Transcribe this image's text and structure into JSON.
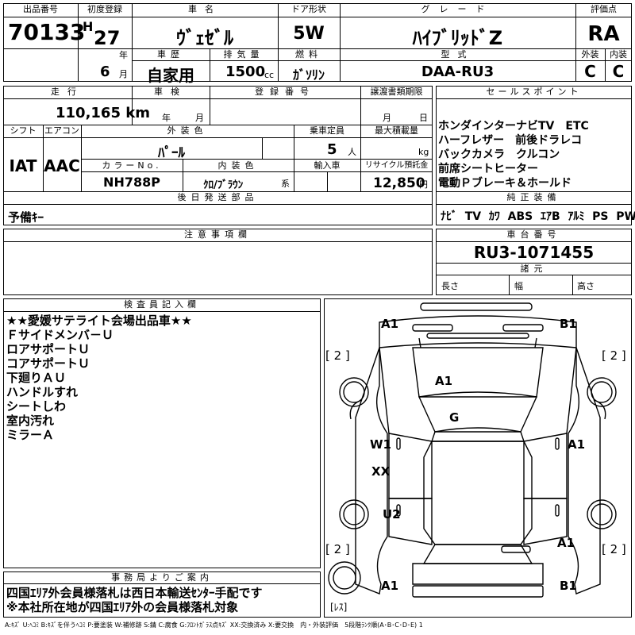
{
  "header": {
    "lot_no_label": "出品番号",
    "lot_no": "70133",
    "first_reg_label": "初度登録",
    "era": "H",
    "year": "27",
    "year_unit": "年",
    "month": "6",
    "month_unit": "月",
    "car_name_label": "車名",
    "car_name": "ｳﾞｪｾﾞﾙ",
    "door_label": "ドア形状",
    "door": "5W",
    "grade_label": "グレード",
    "grade": "ﾊｲﾌﾞﾘｯﾄﾞZ",
    "score_label": "評価点",
    "score": "RA",
    "history_label": "車歴",
    "history": "自家用",
    "displacement_label": "排気量",
    "displacement": "1500",
    "displacement_unit": "cc",
    "fuel_label": "燃料",
    "fuel": "ｶﾞｿﾘﾝ",
    "model_label": "型式",
    "model": "DAA-RU3",
    "exterior_label": "外装",
    "exterior": "C",
    "interior_label": "内装",
    "interior": "C"
  },
  "row2": {
    "mileage_label": "走行",
    "mileage": "110,165 km",
    "inspection_label": "車検",
    "insp_year_unit": "年",
    "insp_month_unit": "月",
    "reg_no_label": "登録番号",
    "transfer_label": "譲渡書類期限",
    "transfer_month_unit": "月",
    "transfer_day_unit": "日",
    "shift_label": "シフト",
    "shift": "IAT",
    "ac_label": "エアコン",
    "ac": "AAC",
    "ext_color_label": "外装色",
    "ext_color": "ﾊﾟｰﾙ",
    "capacity_label": "乗車定員",
    "capacity": "5",
    "capacity_unit": "人",
    "max_load_label": "最大積載量",
    "max_load_unit": "kg",
    "color_no_label": "カラーNo.",
    "color_no": "NH788P",
    "int_color_label": "内装色",
    "int_color": "ｸﾛ/ﾌﾞﾗｳﾝ",
    "int_color_unit": "系",
    "import_label": "輸入車",
    "recycle_label": "リサイクル預託金",
    "recycle": "12,850",
    "recycle_unit": "円",
    "later_parts_label": "後日発送部品",
    "later_parts": "予備ｷｰ"
  },
  "sales": {
    "label": "セールスポイント",
    "lines": [
      "ホンダインターナビTV　ETC",
      "ハーフレザー　前後ドラレコ",
      "バックカメラ　クルコン",
      "前席シートヒーター",
      "電動Ｐブレーキ＆ホールド"
    ],
    "equip_label": "純正装備",
    "equip": [
      "ﾅﾋﾞ",
      "TV",
      "ｶﾜ",
      "ABS",
      "ｴｱB",
      "ｱﾙﾐ",
      "PS",
      "PW"
    ]
  },
  "caution": {
    "label": "注意事項欄"
  },
  "chassis": {
    "label": "車台番号",
    "number": "RU3-1071455",
    "dims_label": "諸元",
    "length_label": "長さ",
    "width_label": "幅",
    "height_label": "高さ"
  },
  "inspector": {
    "label": "検査員記入欄",
    "lines": [
      "★★愛媛サテライト会場出品車★★",
      "Ｆサイドメンバ－Ｕ",
      "ロアサポートＵ",
      "コアサポートＵ",
      "下廻りＡＵ",
      "ハンドルすれ",
      "シートしわ",
      "室内汚れ",
      "ミラーＡ"
    ]
  },
  "office": {
    "label": "事務局よりご案内",
    "lines": [
      "四国ｴﾘｱ外会員様落札は西日本輸送ｾﾝﾀｰ手配です",
      "※本社所在地が四国ｴﾘｱ外の会員様落札対象"
    ]
  },
  "diagram": {
    "tl": "A1",
    "tr": "B1",
    "windshield": "A1",
    "roof": "G",
    "left_mid": "W1",
    "right_mid": "A1",
    "left_rear": "XX",
    "left_wheel": "U2",
    "right_wheel": "A1",
    "bl": "A1",
    "br": "B1",
    "tire_tl": "[ 2 ]",
    "tire_tr": "[ 2 ]",
    "tire_bl": "[ 2 ]",
    "tire_br": "[ 2 ]",
    "spare": "[ﾚｽ]"
  },
  "legend": "A:ｷｽﾞ U:ﾍｺﾐ B:ｷｽﾞを伴うﾍｺﾐ P:要塗装 W:補修跡 S:錆 C:腐食 G:ﾌﾛﾝﾄｶﾞﾗｽ点ｷｽﾞ XX:交換済み X:要交換　内・外装評価　5段階ﾗﾝｸ順(A･B･C･D･E) 1"
}
